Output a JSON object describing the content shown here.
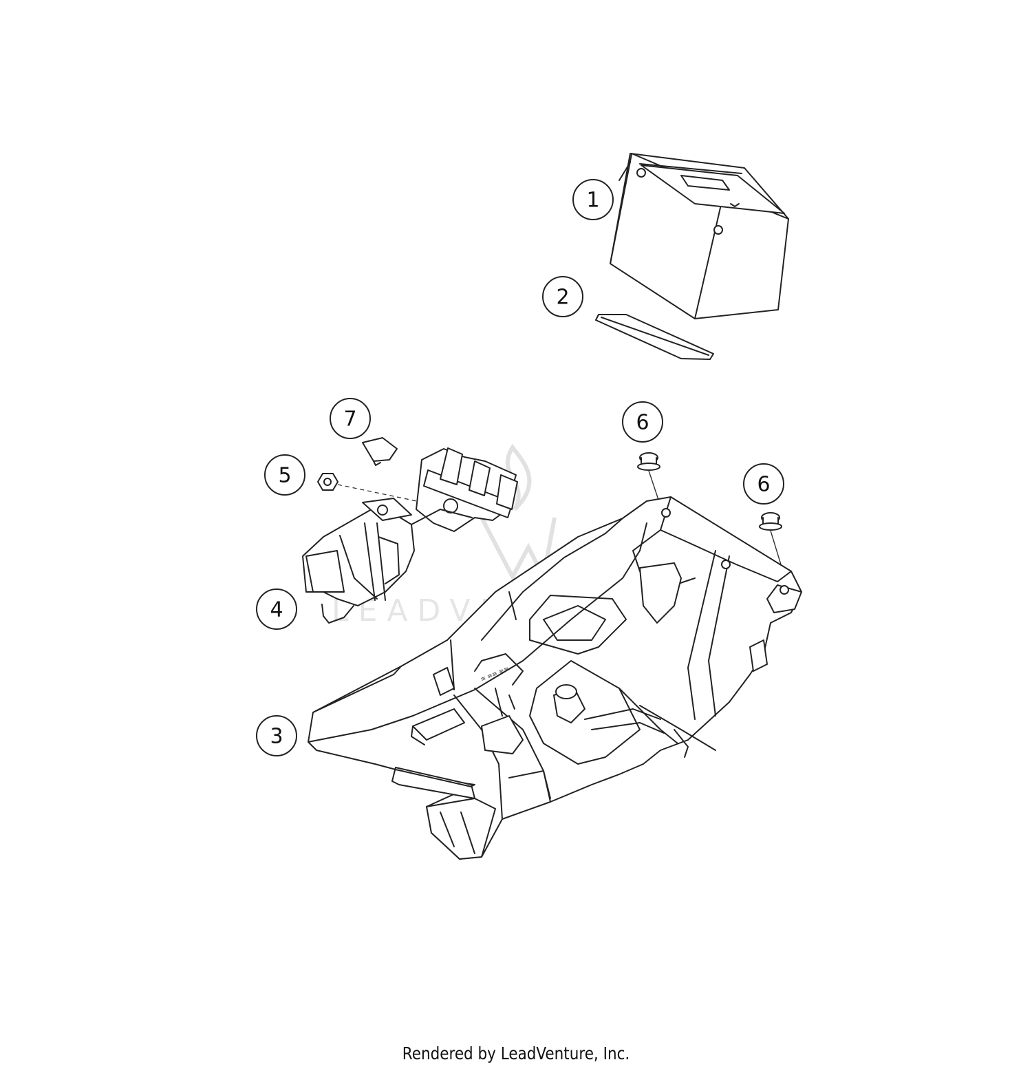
{
  "callouts": [
    {
      "label": "1"
    },
    {
      "label": "2"
    },
    {
      "label": "3"
    },
    {
      "label": "4"
    },
    {
      "label": "5"
    },
    {
      "label": "6"
    },
    {
      "label": "6"
    },
    {
      "label": "7"
    }
  ],
  "watermark": {
    "text": "LEADVENTURE"
  },
  "footer": {
    "text": "Rendered by LeadVenture, Inc."
  }
}
